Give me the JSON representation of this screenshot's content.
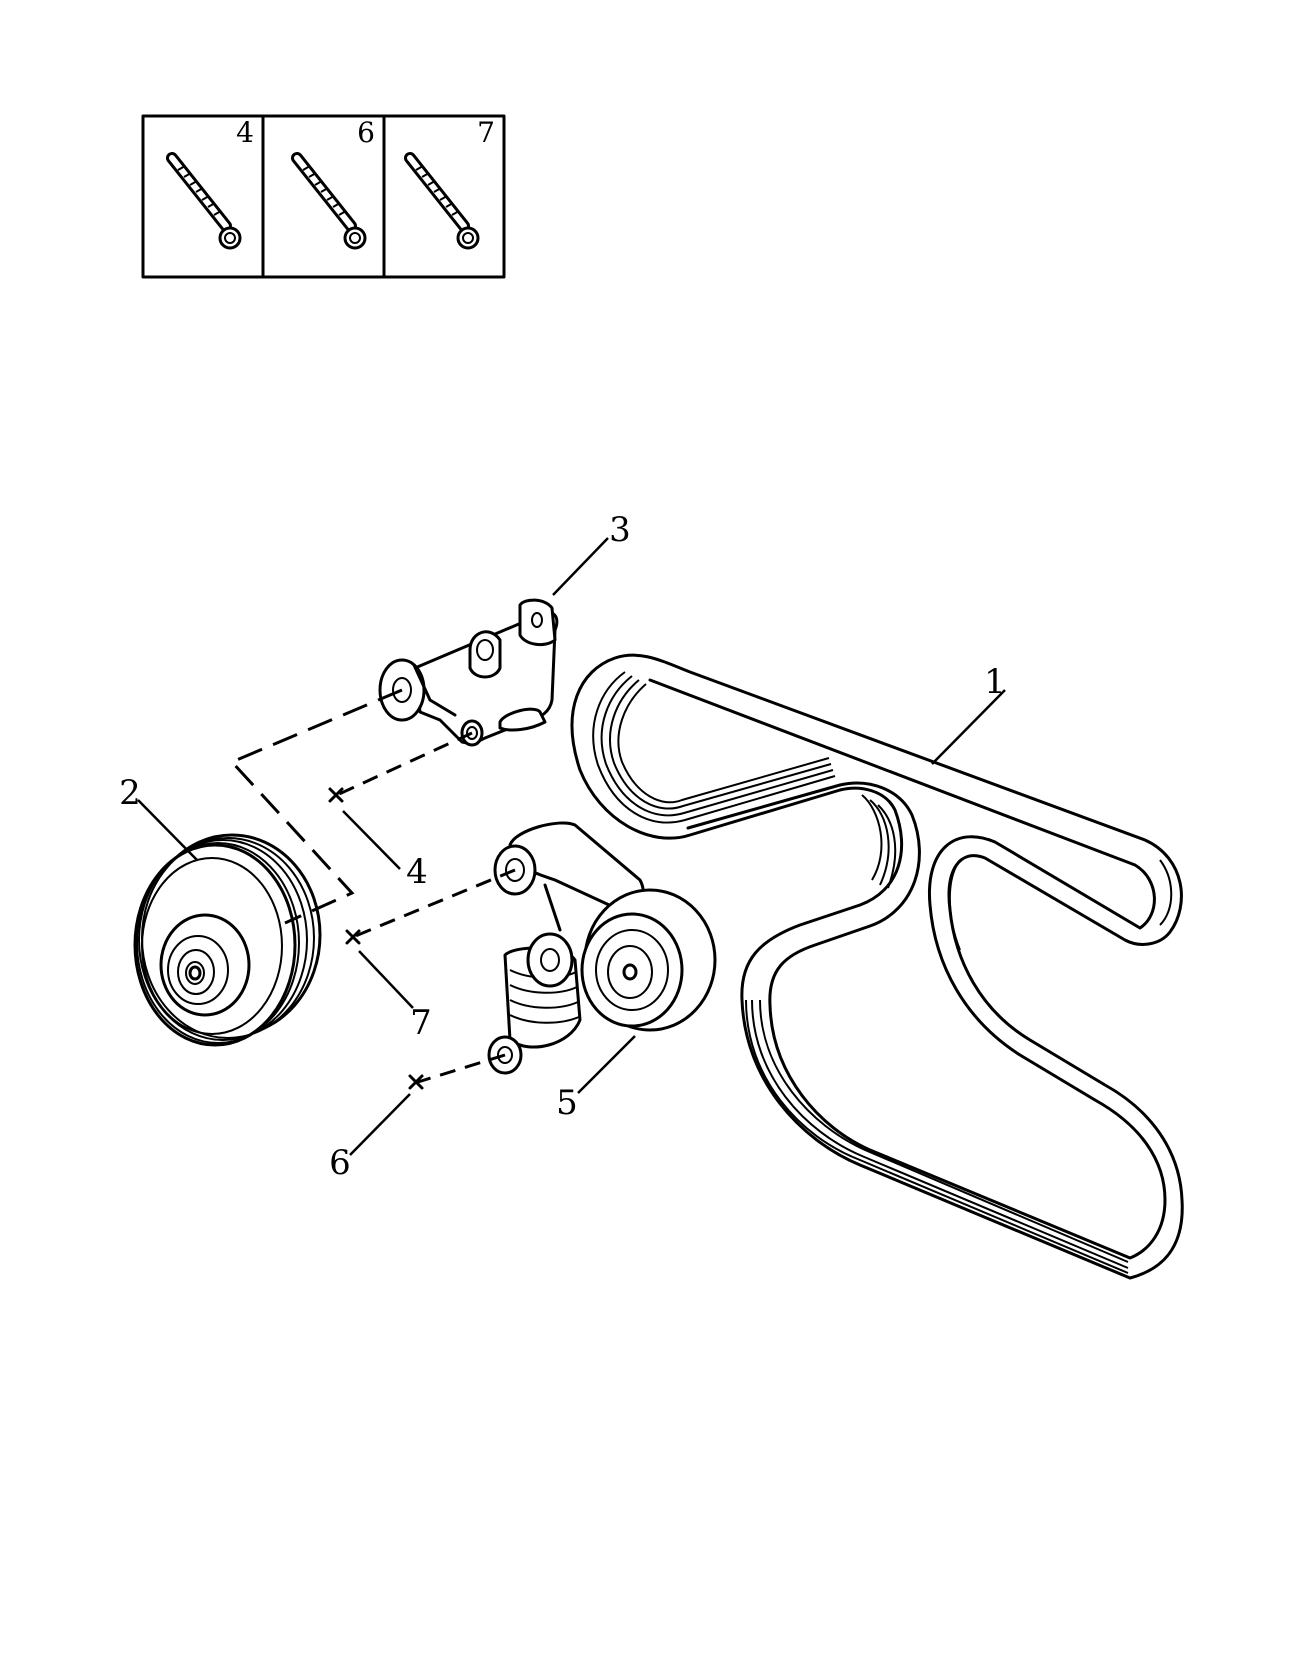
{
  "legend": {
    "cells": [
      {
        "number": "4",
        "icon": "bolt-icon"
      },
      {
        "number": "6",
        "icon": "bolt-icon"
      },
      {
        "number": "7",
        "icon": "bolt-icon"
      }
    ]
  },
  "callouts": [
    {
      "number": "1",
      "part": "serpentine-belt"
    },
    {
      "number": "2",
      "part": "idler-pulley"
    },
    {
      "number": "3",
      "part": "tensioner-bracket"
    },
    {
      "number": "4",
      "part": "bolt"
    },
    {
      "number": "5",
      "part": "belt-tensioner"
    },
    {
      "number": "6",
      "part": "bolt"
    },
    {
      "number": "7",
      "part": "bolt"
    }
  ]
}
